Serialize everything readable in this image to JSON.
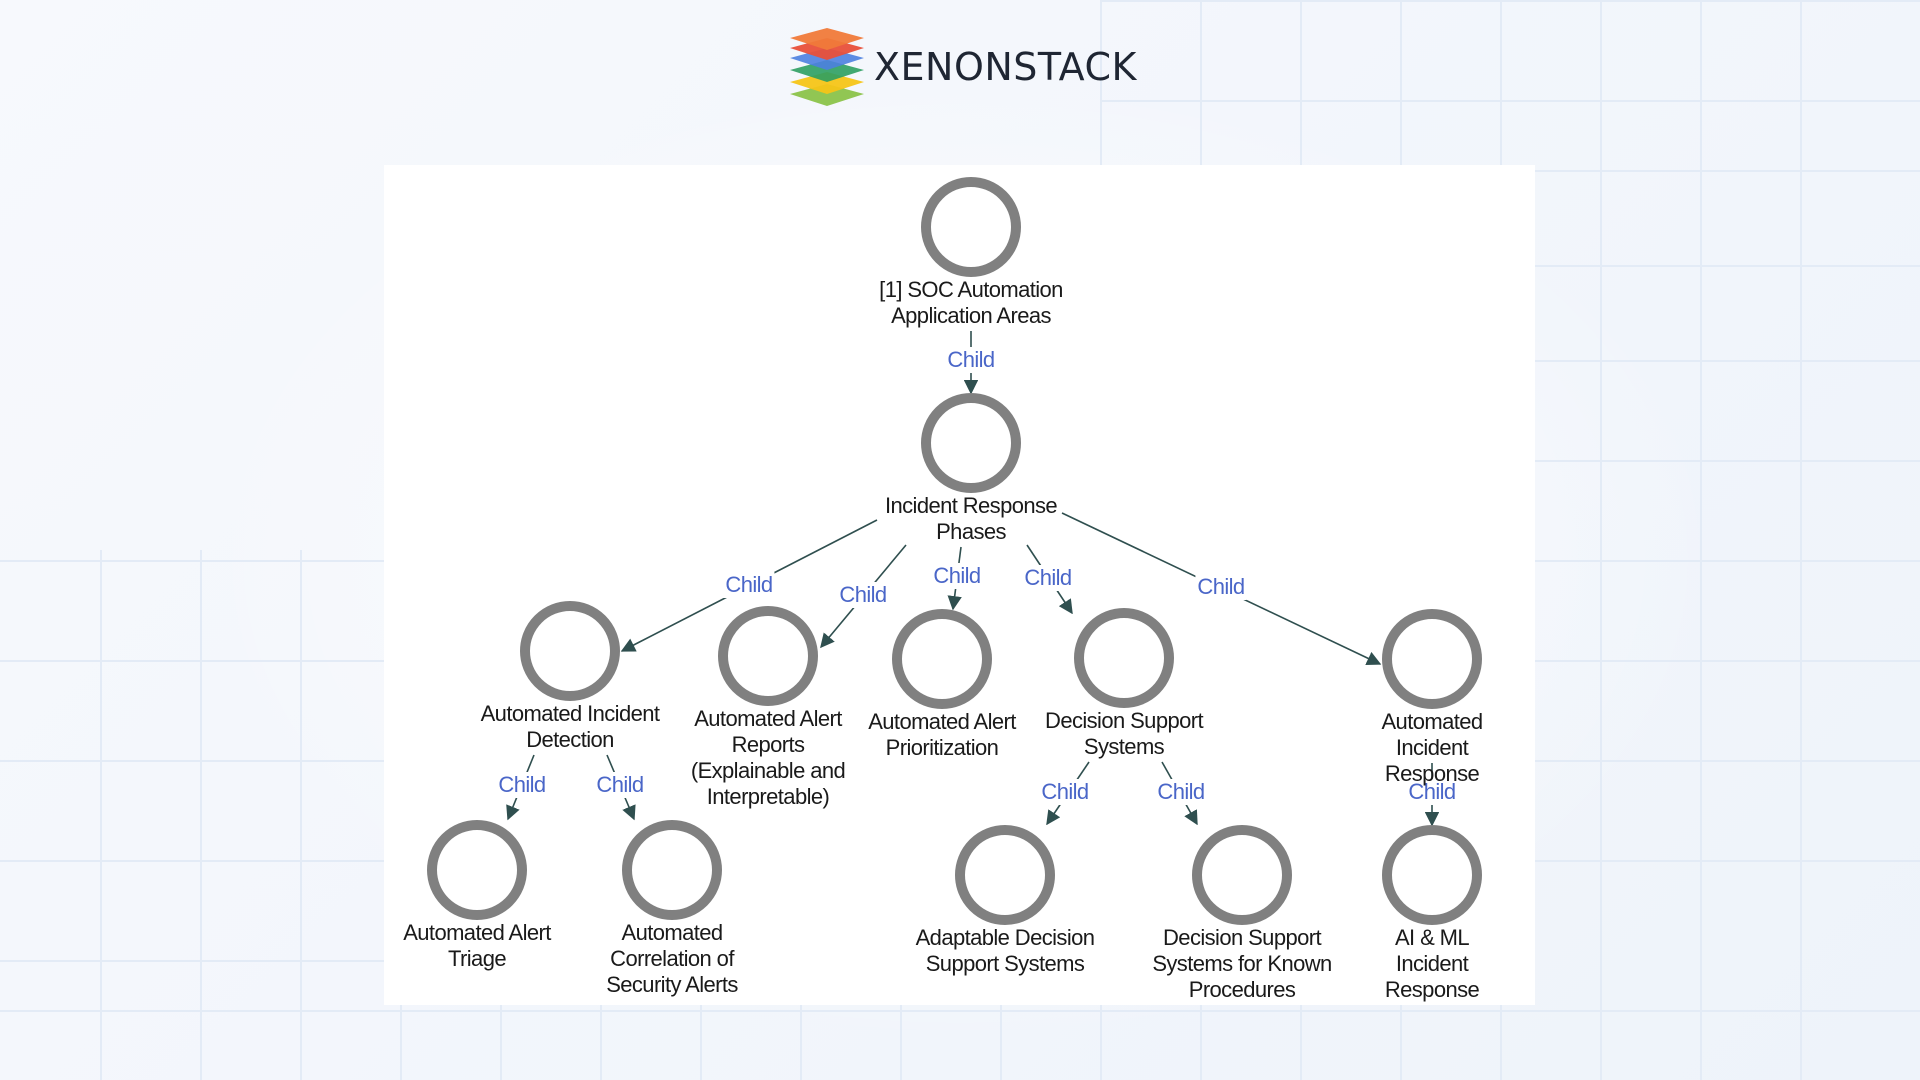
{
  "brand": {
    "name": "XENONSTACK"
  },
  "diagram": {
    "nodes": [
      {
        "id": "root",
        "label": "[1] SOC Automation\nApplication Areas"
      },
      {
        "id": "phases",
        "label": "Incident Response\nPhases"
      },
      {
        "id": "detection",
        "label": "Automated Incident\nDetection"
      },
      {
        "id": "reports",
        "label": "Automated Alert\nReports\n(Explainable and\nInterpretable)"
      },
      {
        "id": "prioritization",
        "label": "Automated Alert\nPrioritization"
      },
      {
        "id": "dss",
        "label": "Decision Support\nSystems"
      },
      {
        "id": "response",
        "label": "Automated Incident\nResponse"
      },
      {
        "id": "triage",
        "label": "Automated Alert\nTriage"
      },
      {
        "id": "correlation",
        "label": "Automated\nCorrelation of\nSecurity Alerts"
      },
      {
        "id": "adaptable",
        "label": "Adaptable Decision\nSupport Systems"
      },
      {
        "id": "known",
        "label": "Decision Support\nSystems for Known\nProcedures"
      },
      {
        "id": "aiml",
        "label": "AI & ML Incident\nResponse"
      }
    ],
    "edges": [
      {
        "from": "root",
        "to": "phases",
        "label": "Child"
      },
      {
        "from": "phases",
        "to": "detection",
        "label": "Child"
      },
      {
        "from": "phases",
        "to": "reports",
        "label": "Child"
      },
      {
        "from": "phases",
        "to": "prioritization",
        "label": "Child"
      },
      {
        "from": "phases",
        "to": "dss",
        "label": "Child"
      },
      {
        "from": "phases",
        "to": "response",
        "label": "Child"
      },
      {
        "from": "detection",
        "to": "triage",
        "label": "Child"
      },
      {
        "from": "detection",
        "to": "correlation",
        "label": "Child"
      },
      {
        "from": "dss",
        "to": "adaptable",
        "label": "Child"
      },
      {
        "from": "dss",
        "to": "known",
        "label": "Child"
      },
      {
        "from": "response",
        "to": "aiml",
        "label": "Child"
      }
    ]
  }
}
